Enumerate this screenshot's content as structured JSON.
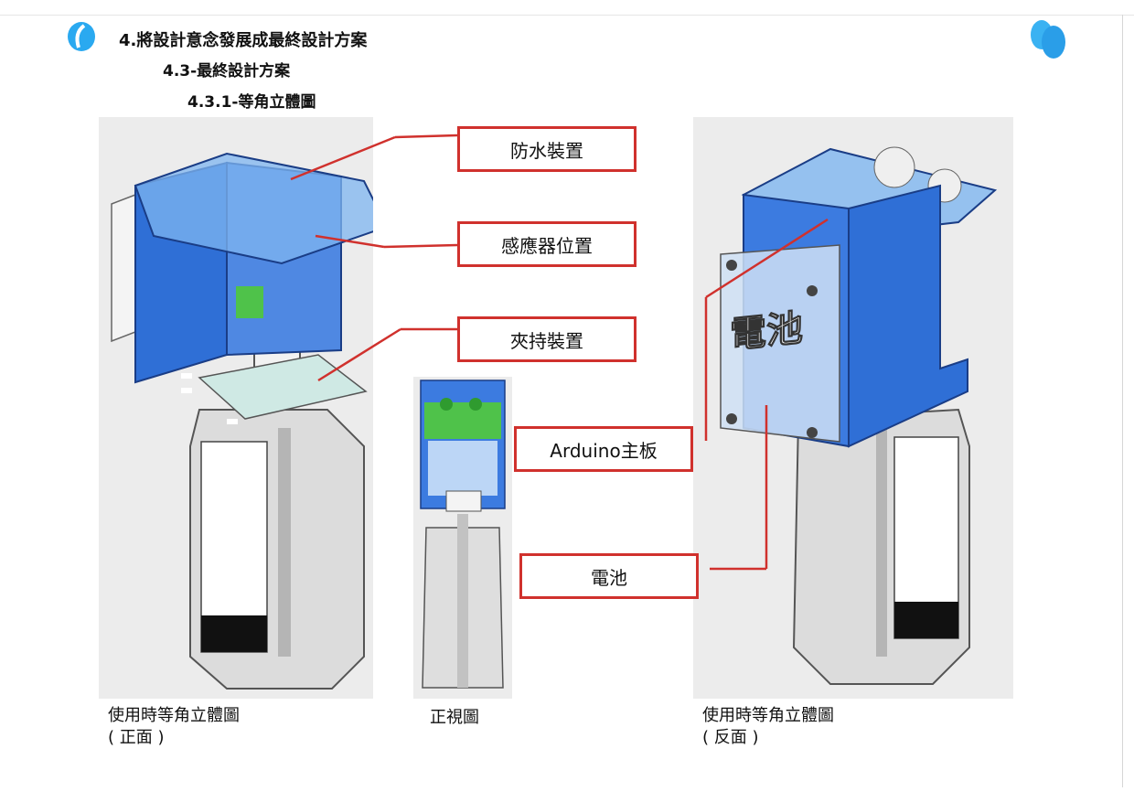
{
  "headings": {
    "h1": "4.將設計意念發展成最終設計方案",
    "h2": "4.3-最終設計方案",
    "h3": "4.3.1-等角立體圖"
  },
  "labels": {
    "waterproof": "防水裝置",
    "sensor": "感應器位置",
    "clamp": "夾持裝置",
    "arduino": "Arduino主板",
    "battery": "電池"
  },
  "captions": {
    "front_iso_line1": "使用時等角立體圖",
    "front_iso_line2": "( 正面 )",
    "front_view": "正視圖",
    "back_iso_line1": "使用時等角立體圖",
    "back_iso_line2": "( 反面 )"
  },
  "battery_plate_text": "電池",
  "colors": {
    "accent_red": "#d0312d",
    "housing_blue": "#2f6fd6",
    "glass_blue": "#7fb6f0",
    "board_green": "#4fc24a",
    "logo_blue": "#2aa9f0"
  }
}
